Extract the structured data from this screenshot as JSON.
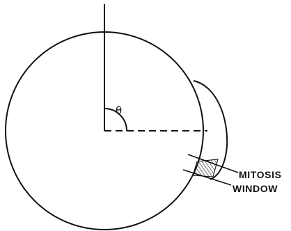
{
  "angle_label": "θ",
  "window_label": {
    "line1": "MITOSIS",
    "line2": "WINDOW"
  },
  "colors": {
    "ink": "#111111",
    "background": "#ffffff"
  }
}
